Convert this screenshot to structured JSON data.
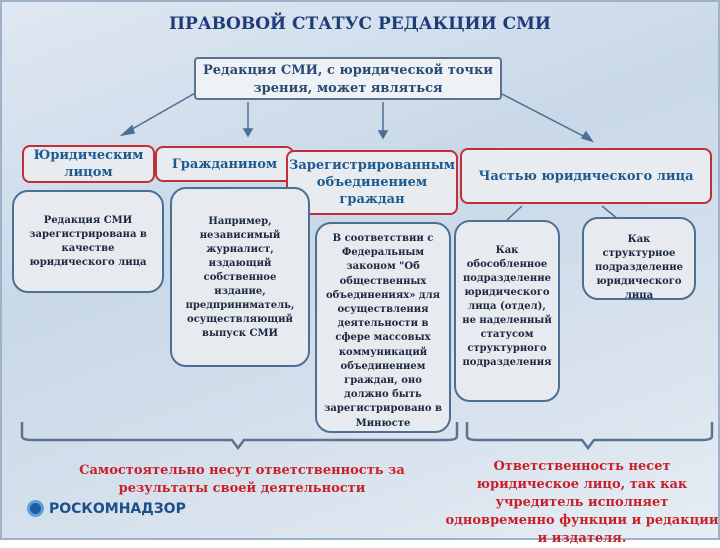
{
  "title": "ПРАВОВОЙ СТАТУС РЕДАКЦИИ СМИ",
  "main": "Редакция СМИ, с юридической точки зрения, может являться",
  "categories": [
    {
      "label": "Юридическим лицом",
      "description": "Редакция СМИ зарегистрирована в качестве юридического лица"
    },
    {
      "label": "Гражданином",
      "description": "Например, независимый журналист, издающий собственное издание, предприниматель, осуществляющий выпуск СМИ"
    },
    {
      "label": "Зарегистрированным объединением граждан",
      "description": "В соответствии с Федеральным законом \"Об общественных объединениях» для осуществления деятельности в сфере массовых коммуникаций объединением граждан, оно должно быть зарегистрировано в Минюсте"
    },
    {
      "label": "Частью юридического лица",
      "subitems": [
        "Как обособленное подразделение юридического лица (отдел), не наделенный статусом структурного подразделения",
        "Как структурное подразделение юридического лица"
      ]
    }
  ],
  "conclusions": {
    "left": "Самостоятельно несут ответственность за результаты своей деятельности",
    "right": "Ответственность несет юридическое лицо, так как учредитель исполняет одновременно функции и редакции и издателя."
  },
  "logo": "РОСКОМНАДЗОР",
  "colors": {
    "title": "#1f3c7a",
    "accent_red": "#c0303a",
    "text_red": "#c8202a",
    "border_blue": "#4d6f96"
  }
}
